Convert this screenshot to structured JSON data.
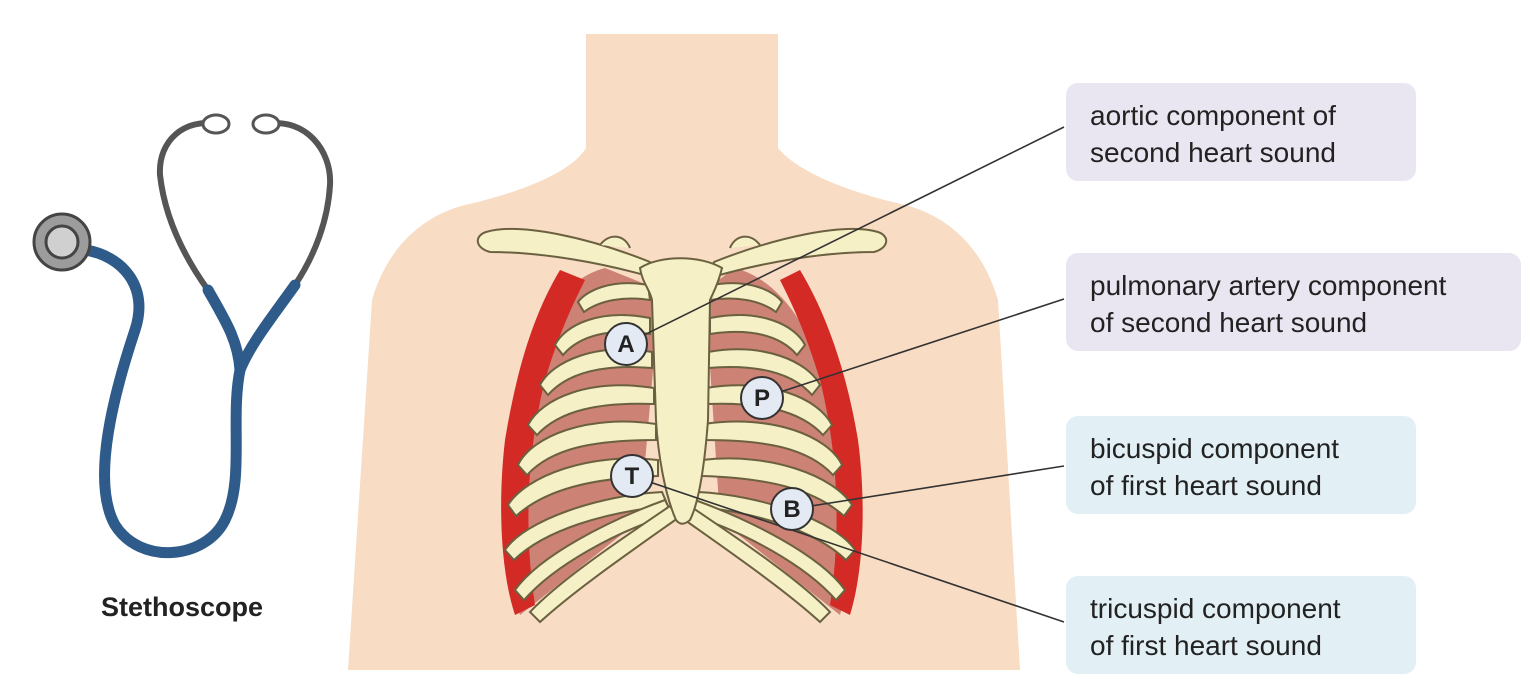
{
  "stethoscope": {
    "caption": "Stethoscope"
  },
  "markers": {
    "a": "A",
    "p": "P",
    "t": "T",
    "b": "B"
  },
  "labels": {
    "aortic": [
      "aortic component of",
      "second heart sound"
    ],
    "pulmonary": [
      "pulmonary artery component",
      "of second heart sound"
    ],
    "bicuspid": [
      "bicuspid component",
      "of first heart sound"
    ],
    "tricuspid": [
      "tricuspid component",
      "of first heart sound"
    ]
  },
  "colors": {
    "skin": "#f8dcc4",
    "bone": "#f5f0c5",
    "muscle_red": "#d42a25",
    "muscle_pink": "#cc8274",
    "tube_blue": "#2f5b8a",
    "box_purple": "#eae6f1",
    "box_blue": "#e2f0f6",
    "marker_fill": "#e3eaf4"
  },
  "icons": {
    "stethoscope": "stethoscope-icon"
  }
}
